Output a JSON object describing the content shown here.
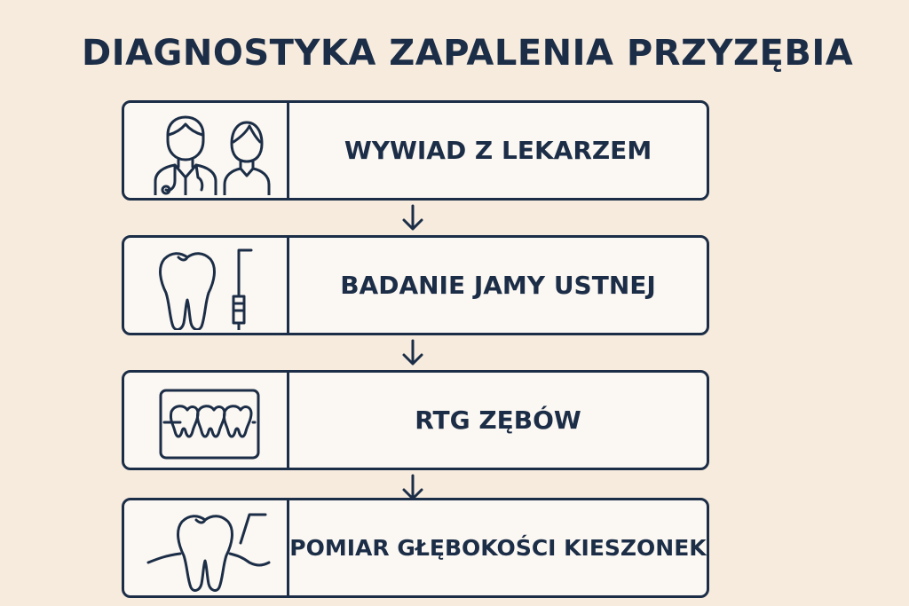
{
  "title": "DIAGNOSTYKA ZAPALENIA PRZYZĘBIA",
  "steps": [
    {
      "label": "WYWIAD Z LEKARZEM",
      "icon": "doctor-patient-icon"
    },
    {
      "label": "BADANIE JAMY USTNEJ",
      "icon": "tooth-probe-icon"
    },
    {
      "label": "RTG ZĘBÓW",
      "icon": "dental-xray-icon"
    },
    {
      "label": "POMIAR GŁĘBOKOŚCI KIESZONEK",
      "icon": "tooth-gum-pocket-icon"
    }
  ],
  "colors": {
    "background": "#f7ebde",
    "box_fill": "#fbf7f2",
    "ink": "#1c2e47"
  }
}
